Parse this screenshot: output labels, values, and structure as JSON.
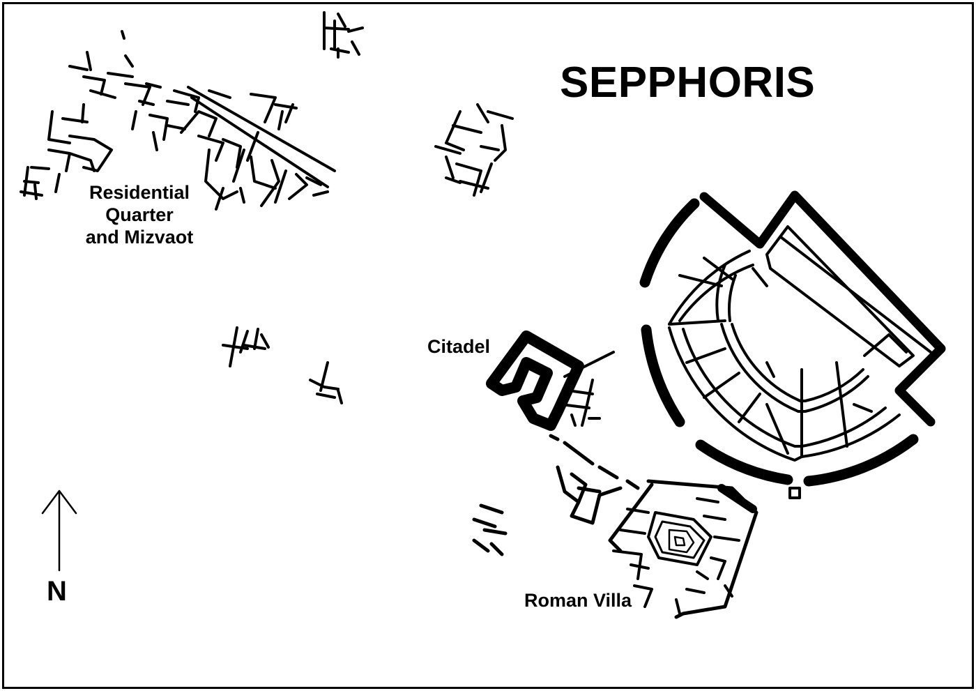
{
  "map": {
    "title": "SEPPHORIS",
    "labels": {
      "residential": [
        "Residential",
        "Quarter",
        "and Mizvaot"
      ],
      "citadel": "Citadel",
      "roman_villa": "Roman Villa"
    },
    "north_label": "N"
  },
  "colors": {
    "ink": "#000000",
    "paper": "#ffffff"
  },
  "icons": {
    "north_arrow": "arrow-up-icon"
  }
}
